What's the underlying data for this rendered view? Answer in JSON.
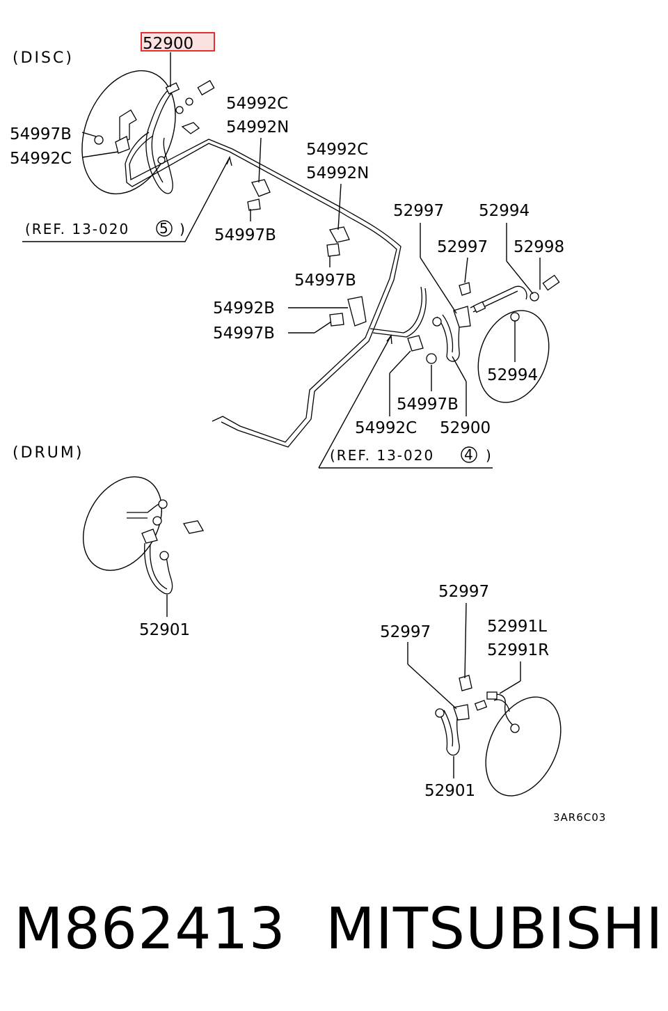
{
  "sections": {
    "disc": "(DISC)",
    "drum": "(DRUM)"
  },
  "refs": {
    "ref_5": "(REF. 13-020",
    "ref_5_num": "5",
    "ref_4": "(REF. 13-020",
    "ref_4_num": "4",
    "close": ")"
  },
  "parts": {
    "p52900_top": "52900",
    "p54997B_a": "54997B",
    "p54992C_a": "54992C",
    "p54992C_b": "54992C",
    "p54992N_b": "54992N",
    "p54992C_c": "54992C",
    "p54992N_c": "54992N",
    "p54997B_b": "54997B",
    "p54997B_c": "54997B",
    "p54992B": "54992B",
    "p54997B_d": "54997B",
    "p52997_a": "52997",
    "p52994_a": "52994",
    "p52997_b": "52997",
    "p52998": "52998",
    "p52994_b": "52994",
    "p54997B_e": "54997B",
    "p54992C_d": "54992C",
    "p52900_b": "52900",
    "p52901_a": "52901",
    "p52997_c": "52997",
    "p52997_d": "52997",
    "p52991L": "52991L",
    "p52991R": "52991R",
    "p52901_b": "52901"
  },
  "diagram_code": "3AR6C03",
  "footer": {
    "part_number": "M862413",
    "brand": "MITSUBISHI"
  }
}
